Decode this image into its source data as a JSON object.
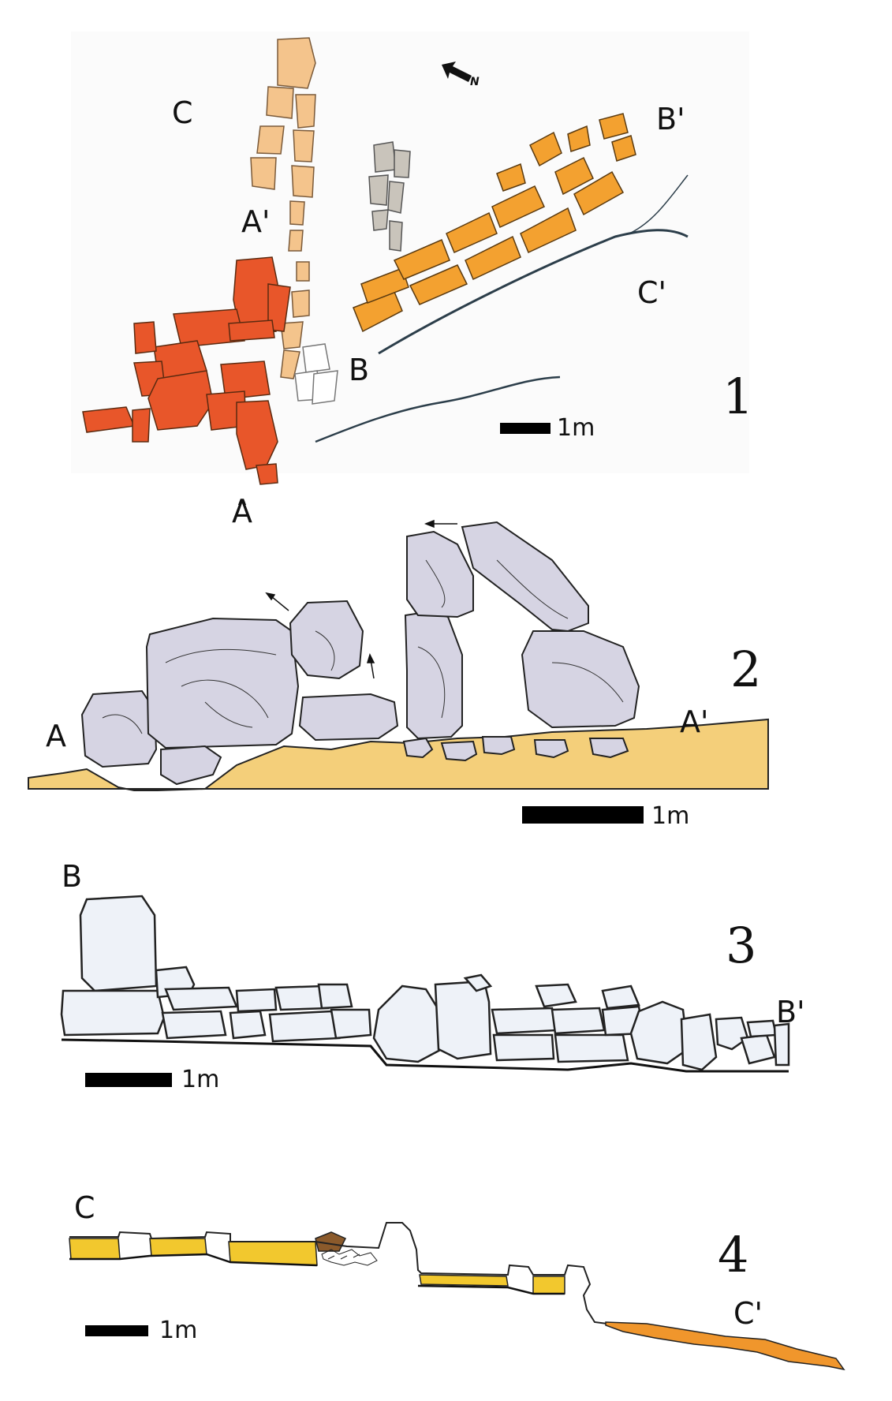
{
  "panels": [
    {
      "number": "1",
      "scale_label": "1m",
      "north_label": "N",
      "section_labels": [
        "A",
        "A'",
        "B",
        "B'",
        "C",
        "C'"
      ],
      "colors": {
        "structure_red": "#e8562a",
        "structure_orange": "#f3a130",
        "structure_light": "#f4c48c",
        "structure_grey": "#c9c4bb",
        "outline": "#333333"
      }
    },
    {
      "number": "2",
      "scale_label": "1m",
      "section_labels": [
        "A",
        "A'"
      ],
      "colors": {
        "ground": "#f4cf7a",
        "stone": "#d6d4e3",
        "outline": "#222222"
      }
    },
    {
      "number": "3",
      "scale_label": "1m",
      "section_labels": [
        "B",
        "B'"
      ],
      "colors": {
        "stone": "#eef2f8",
        "outline": "#222222"
      }
    },
    {
      "number": "4",
      "scale_label": "1m",
      "section_labels": [
        "C",
        "C'"
      ],
      "colors": {
        "yellow": "#f2c82e",
        "orange": "#f0962c",
        "brown": "#8b5a2b",
        "outline": "#222222"
      }
    }
  ]
}
